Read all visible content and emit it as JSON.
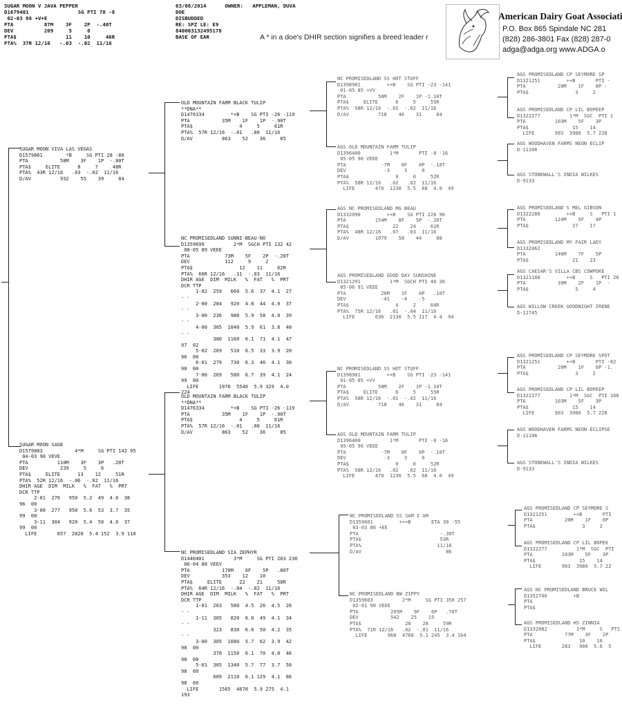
{
  "header": {
    "subject_lines": [
      "SUGAR MOON V JAVA PEPPER",
      "D1679401                SG PTI 78 -8",
      " 02-03 86 +V+E",
      "PTA          87M    3F    2P  -.40T",
      "DEV          209     5     6",
      "PTA$                11    10     46R",
      "PTA%  37R 12/16   -.03  -.02  11/16"
    ],
    "center_lines": [
      "03/08/2014      OWNER:   APPLEMAN, DUVA",
      "DOE",
      "DISBUDDED",
      "RE: SPZ LE: E9",
      "840003132495178",
      "BASE OF EAR"
    ],
    "breed_note": "A * in a doe's  DHIR section  signifies a breed leader r"
  },
  "association": {
    "name": "American Dairy Goat Association",
    "lines": [
      "P.O. Box 865    Spindale NC 281",
      "(828) 286-3801   Fax (828) 287-0",
      "adga@adga.org   www.ADGA.o"
    ],
    "logo_icon": "goat-head-logo-icon"
  },
  "gen1": {
    "sire": [
      "SUGAR MOON VIVA LAS VEGAS",
      "D1579881        *B     SG PTI 28 -80",
      "PTA           58M    3F    1P  -.80T",
      "PTA$     ELITE      8     7     48R",
      "PTA%  43R 12/16   .03  -.02  11/16",
      "D/AV          932    55    39     84"
    ],
    "dam": [
      "SUGAR MOON SAGE",
      "D1579883           4*M     SG PTI 142 95",
      " 04-03 90 VEVE",
      "PTA          110M    3F    3P   .20T",
      "DEV           239     5     6",
      "PTA$     ELITE      13    12     51R",
      "PTA%  52R 12/16  -.06  -.02  11/16",
      "DHIR AGE  DIM  MILK   %  FAT   %  PRT",
      "DCR TTP",
      "     2-01  276   950  5.2  49  4.0  38",
      "96  00",
      "     3-00  277   950  5.6  53  3.7  35",
      "99  00",
      "     3-11  304   920  5.4  50  4.0  37",
      "99  00",
      "  LIFE       857  2820  5.4 152  3.9 110"
    ]
  },
  "gen2": {
    "ss": [
      "OLD MOUNTAIN FARM BLACK TULIP",
      "**DNA**",
      "D1476334         *+B    SG PTI -26 -119",
      "PTA           35M    1F    1P  -.90T",
      "PTA$                4     5     61R",
      "PTA%  57R 12/16  -.01   .00  11/16",
      "D/AV          863    52    36     85"
    ],
    "sd": [
      "NC PROMISEDLAND SUNNI-BEAU-NO",
      "D1359699          2*M  SGCH PTI 132 42",
      " 08-05 89 VEEE",
      "PTA            73M    5F    2P  -.20T",
      "DEV            112     9     2",
      "PTA$                12    11     62R",
      "PTA%  66R 12/16   .11  -.03  11/16",
      "DHIR AGE  DIM  MILK   %  FAT   %  PRT",
      "DCR TTP",
      "     1-02  259   660  5.6  37  4.1  27",
      "- -",
      "     2-00  284   920  4.8  44  4.0  37",
      "- -",
      "     3-00  236   980  5.9  58  4.0  39",
      "- -",
      "     4-00  305  1040  5.9  61  3.8  40",
      "- -",
      "           380  1160  6.1  71  4.1  47",
      "97  02",
      "     5-02  269   510  6.5  33  3.9  20",
      "96  00",
      "     6-01  279   730  6.3  46  4.1  30",
      "98  00",
      "     7-00  269   580  6.7  39  4.1  24",
      "99  00",
      "  LIFE       1976  5540  5.9 329  4.0",
      "224"
    ],
    "ds": [
      "OLD MOUNTAIN FARM BLACK TULIP",
      "**DNA**",
      "D1476334         *+B    SG PTI -26 -119",
      "PTA           35M    1F    1P  -.90T",
      "PTA$                4     5     61R",
      "PTA%  57R 12/16  -.01   .00  11/16",
      "D/AV          863    52    36     85"
    ],
    "dd": [
      "NC PROMISEDLAND SIA ZEPHYR",
      "D1440401          3*M     SG PTI 283 236",
      " 06-04 88 VEEV",
      "PTA           170M    6F    5P   .80T",
      "DEV           353    12    10",
      "PTA$     ELITE      22    21     58R",
      "PTA%  64R 12/16  -.04  -.02  11/16",
      "DHIR AGE  DIM  MILK   %  FAT   %  PRT",
      "DCR TTP",
      "     1-01  263   580  4.5  26  4.5  26",
      "- -",
      "     1-11  305   820  6.0  49  4.1  34",
      "- -",
      "           323   830  6.0  50  4.2  35",
      "- -",
      "     3-00  305  1080  5.7  62  3.9  42",
      "98  00",
      "           370  1150  6.1  70  4.0  46",
      "98  00",
      "     5-01  305  1340  5.7  77  3.7  50",
      "98  00",
      "           609  2110  6.1 129  4.1  86",
      "98  00",
      "  LIFE       1565  4670  5.9 275  4.1",
      "193"
    ]
  },
  "gen3": {
    "sss": [
      "NC PROMISEDLAND SS HOT STUFF",
      "D1398901         ++B    SG PTI -23 -141",
      " 01-05 85 +VV",
      "PTA           50M    2F    1P -1.10T",
      "PTA$     ELITE      6     5     55R",
      "PTA%  58R 12/16  -.01  -.02  11/16",
      "D/AV          718    46    31     84"
    ],
    "ssd": [
      "AGS OLD MOUNTAIN FARM TULIP",
      "D1396400          1*M       PTI -8 -16",
      " 05-05 90 VEEE",
      "PTA            -7M    0F    0P  -.10T",
      "DEV             -3     3     0",
      "PTA$                0     0     52R",
      "PTA%  58R 12/16   .02   .02  11/16",
      "  LIFE       470  1230  5.5  68  4.0  49"
    ],
    "sds": [
      "AGS NC PROMISEDLAND MG BEAU",
      "D1332090         ++B    SG PTI 228 90",
      "PTA          154M    8F    5P  -.20T",
      "PTA$               22    24     61R",
      "PTA%  48R 12/16   .07   .03  11/16",
      "D/AV         1079    58    44     88"
    ],
    "sdd": [
      "AGS PROMISEDLAND GOOD DAY SUNSHINE",
      "D1321291          1*M  SGCH PTI 48 36",
      " 05-06 91 VEEE",
      "PTA            26M    1F    0P   .10T",
      "DEV            -41    -4    -5",
      "PTA$                4     2     64R",
      "PTA%  75R 12/16   .01  -.04  11/16",
      "  LIFE       636  2130  5.5 117  4.4  94"
    ],
    "dss": [
      "NC PROMISEDLAND SS HOT STUFF",
      "D1398901         ++B    SG PTI -23 -141",
      " 01-05 85 +VV",
      "PTA           50M    2F    1P -1.10T",
      "PTA$     ELITE      6     5     55R",
      "PTA%  58R 12/16  -.01  -.02  11/16",
      "D/AV          718    46    31     84"
    ],
    "dsd": [
      "AGS OLD MOUNTAIN FARM TULIP",
      "D1396400          1*M       PTI -8 -16",
      " 05-05 90 VEEE",
      "PTA            -7M    0F    0P  -.10T",
      "DEV             -3     3     0",
      "PTA$                0     0     52R",
      "PTA%  58R 12/16   .02   .02  11/16",
      "  LIFE       470  1230  5.5  68  4.0  49"
    ],
    "dds": [
      "NC PROMISEDLAND SS SAM I AM",
      "D1359601         +++B       ETA 38 -55",
      " 03-03 86 +EE",
      "PTA                            -.30T",
      "PTA$                           53R",
      "PTA%                          11/16",
      "D/AV                             86"
    ],
    "ddd": [
      "NC PROMISEDLAND BW ZIPPY",
      "D1359603          2*M     SG PTI 350 257",
      " 02-01 90 VEEE",
      "PTA           205M    9F    6P   .70T",
      "DEV           542    25    15",
      "PTA$               28    28     59R",
      "PTA%  71R 12/16   .02  -.01  11/16",
      "  LIFE       968  4760  5.1 245  3.4 164"
    ]
  },
  "gen4": {
    "a1": [
      "AGS PROMISEDLAND CP SEYMORE SP",
      "D1321251         ++B       PTI -",
      "PTA           20M    1F    0P -",
      "PTA$                3     2"
    ],
    "a2": [
      "AGS PROMISEDLAND CP LIL BOPEEP",
      "D1322277          1*M  SGC  PTI 1",
      "PTA          103M    5F    3P",
      "PTA$               15    14",
      "  LIFE       903  3980  5.7 228"
    ],
    "a3": [
      "AGS WOODHAVEN FARMS NEON ECLIP",
      "D-11106"
    ],
    "a4": [
      "AGS STONEWALL'S INDIA WILKES",
      "D-9133"
    ],
    "b1": [
      "AGS PROMISEDLAND S MEL GIBSON",
      "D1322280         ++B     S   PTI 1",
      "PTA          124M    5F    4P",
      "PTA$               17    17"
    ],
    "b2": [
      "AGS PROMISEDLAND MY FAIR LADY",
      "D1332062",
      "PTA          146M    7F    5P",
      "PTA$               21    23"
    ],
    "b3": [
      "AGS CAESAR'S VILLA CBS COWPOKE",
      "D1321188         ++B     S   PTI 28",
      "PTA           39M    2F    1P  -",
      "PTA$                5     4"
    ],
    "b4": [
      "AGS WILLOW CREEK GOODNIGHT IRENE",
      "D-12745"
    ],
    "c1": [
      "AGS PROMISEDLAND CP SEYMORE SPOT",
      "D1321251         ++B       PTI -82",
      "PTA           20M    1F    0P -1.",
      "PTA$                3     2"
    ],
    "c2": [
      "AGS PROMISEDLAND CP LIL BOPEEP",
      "D1322277          1*M  SGC  PTI 168",
      "PTA          103M    5F    3P",
      "PTA$               15    14",
      "  LIFE       903  3980  5.7 228"
    ],
    "c3": [
      "AGS WOODHAVEN FARMS NEON ECLIPSE",
      "D-11106"
    ],
    "c4": [
      "AGS STONEWALL'S INDIA WILKES",
      "D-9133"
    ],
    "d1": [
      "AGS PROMISEDLAND CP SEYMORE S",
      "D1321251         ++B       PTI",
      "PTA           20M    1F    0P",
      "PTA$                3     2"
    ],
    "d2": [
      "AGS PROMISEDLAND CP LIL BOPEE",
      "D1322277          1*M  SGC  PTI",
      "PTA          103M    5F    3P",
      "PTA$               15    14",
      "  LIFE       903  3980  5.7 22"
    ],
    "d3": [
      "AGS NC PROMISEDLAND BRUCE WIL",
      "D1352746         +B",
      "PTA",
      "PTA$"
    ],
    "d4": [
      "AGS PROMISEDLAND HS ZINNIA",
      "D1332082          1*M     S   PTI",
      "PTA           77M    3F    2P",
      "PTA$               10    10",
      "  LIFE       283   900  5.6  5"
    ]
  }
}
